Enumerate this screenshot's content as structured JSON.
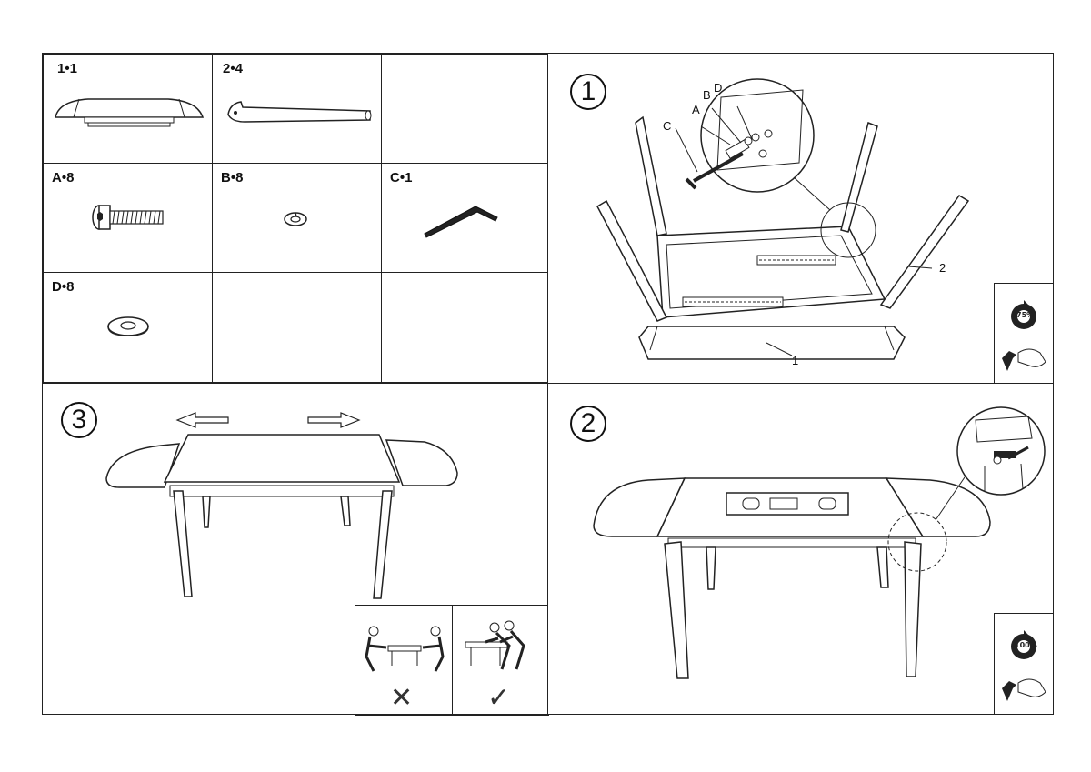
{
  "parts": [
    {
      "label": "1•1",
      "icon": "tabletop-part"
    },
    {
      "label": "2•4",
      "icon": "table-leg-part"
    },
    {
      "label": "A•8",
      "icon": "bolt-part"
    },
    {
      "label": "B•8",
      "icon": "spring-washer-part"
    },
    {
      "label": "C•1",
      "icon": "allen-key-part"
    },
    {
      "label": "D•8",
      "icon": "flat-washer-part"
    }
  ],
  "steps": {
    "step1": {
      "number": "1",
      "callouts": {
        "a": "A",
        "b": "B",
        "c": "C",
        "d": "D",
        "one": "1",
        "two": "2"
      },
      "torque_pct": "75%"
    },
    "step2": {
      "number": "2",
      "torque_pct": "100%"
    },
    "step3": {
      "number": "3",
      "wrong_mark": "✕",
      "right_mark": "✓"
    }
  }
}
